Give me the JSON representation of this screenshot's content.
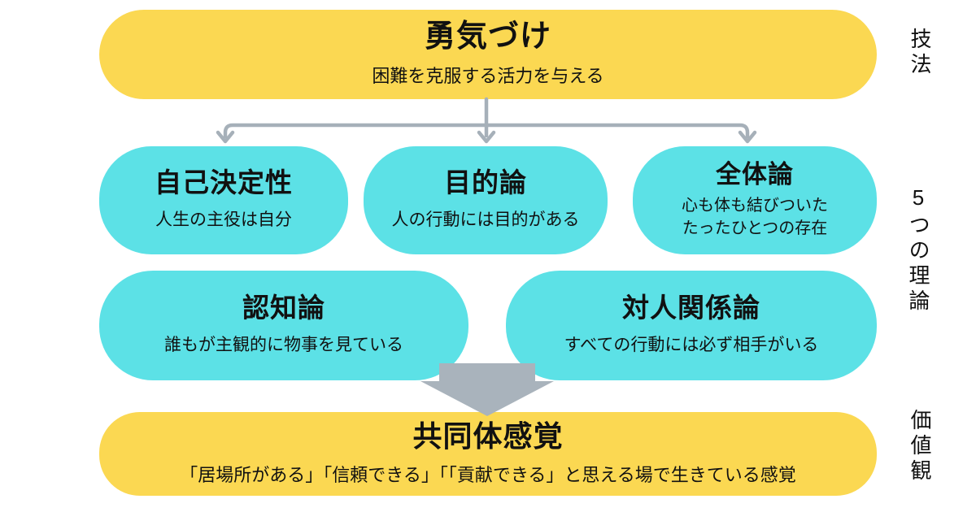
{
  "colors": {
    "yellow": "#FBD852",
    "cyan": "#5CE1E6",
    "arrow_gray": "#A9B3BC",
    "connector_gray": "#A6B0B9",
    "text": "#111111",
    "background": "#FFFFFF"
  },
  "top_box": {
    "title": "勇気づけ",
    "subtitle": "困難を克服する活力を与える"
  },
  "theories": [
    {
      "title": "自己決定性",
      "subtitle": "人生の主役は自分"
    },
    {
      "title": "目的論",
      "subtitle": "人の行動には目的がある"
    },
    {
      "title": "全体論",
      "subtitle_line1": "心も体も結びついた",
      "subtitle_line2": "たったひとつの存在"
    },
    {
      "title": "認知論",
      "subtitle": "誰もが主観的に物事を見ている"
    },
    {
      "title": "対人関係論",
      "subtitle": "すべての行動には必ず相手がいる"
    }
  ],
  "bottom_box": {
    "title": "共同体感覚",
    "subtitle": "「居場所がある」「信頼できる」「「貢献できる」と思える場で生きている感覚"
  },
  "side_labels": {
    "top": "技法",
    "middle": "5つの理論",
    "bottom": "価値観"
  },
  "icons": {
    "branch_arrows": "three-way-branch-down-arrows",
    "merge_arrow": "big-down-arrow"
  }
}
